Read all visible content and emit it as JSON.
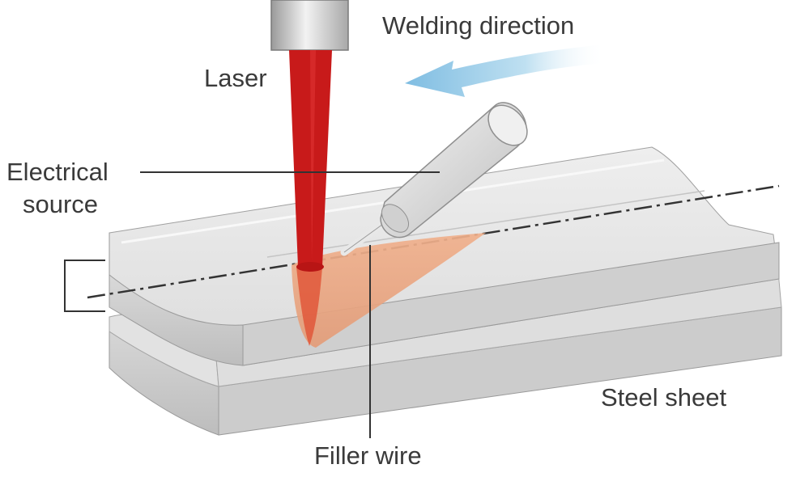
{
  "labels": {
    "welding_direction": "Welding direction",
    "laser": "Laser",
    "electrical_line1": "Electrical",
    "electrical_line2": "source",
    "steel_sheet": "Steel sheet",
    "filler_wire": "Filler wire"
  },
  "colors": {
    "laser_beam": "#c81a1a",
    "melt_pool": "#e8a27e",
    "arrow": "#8ec4e3",
    "sheet_top": "#e9e9e9",
    "sheet_side": "#cfcfcf",
    "label_text": "#3a3a3a"
  }
}
